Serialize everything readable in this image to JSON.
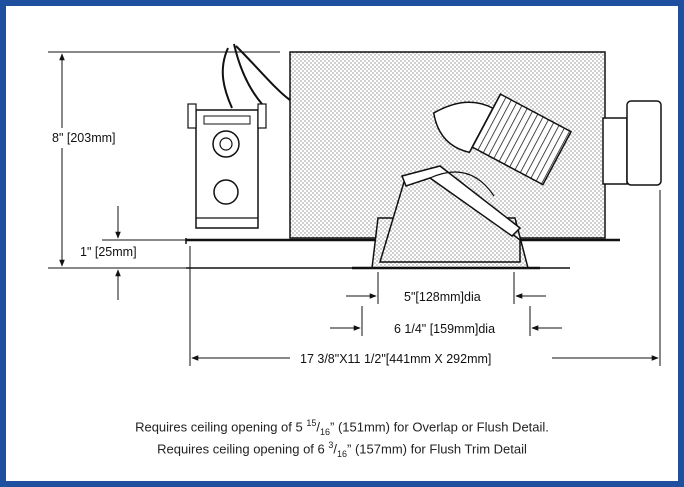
{
  "colors": {
    "frame": "#1f4f9f",
    "line": "#111111",
    "stipple": "#8a8a8a"
  },
  "dimensions": {
    "height_total": "8\" [203mm]",
    "height_flange": "1\" [25mm]",
    "aperture": "5\"[128mm]dia",
    "trim": "6 1/4\" [159mm]dia",
    "overall": "17 3/8\"X11 1/2\"[441mm X 292mm]"
  },
  "notes": {
    "line1": {
      "pre": "Requires ceiling opening of 5 ",
      "num": "15",
      "slash": "/",
      "den": "16",
      "post": "” (151mm) for Overlap or Flush Detail."
    },
    "line2": {
      "pre": "Requires ceiling opening of 6 ",
      "num": "3",
      "slash": "/",
      "den": "16",
      "post": "” (157mm) for Flush Trim Detail"
    }
  }
}
